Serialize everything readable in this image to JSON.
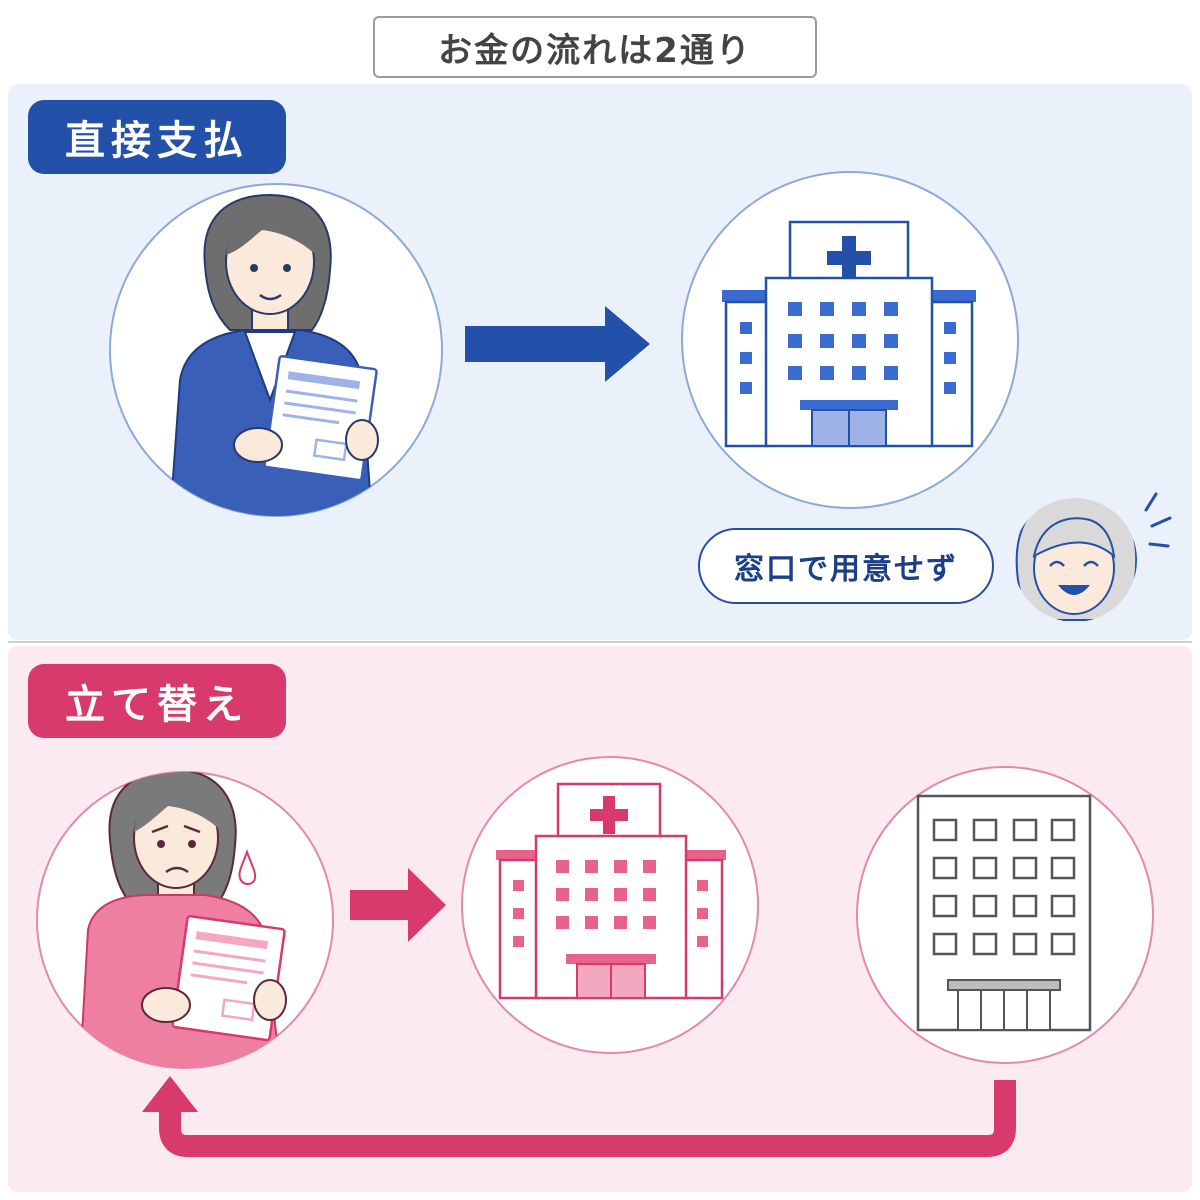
{
  "title": "お金の流れは2通り",
  "sections": [
    {
      "label": "直接支払",
      "accent": "#2350a8",
      "speech": "窓口で用意せず"
    },
    {
      "label": "立て替え",
      "accent": "#d83a6b"
    }
  ],
  "colors": {
    "blue_panel": "#eaf1fb",
    "pink_panel": "#fbeaf0",
    "blue": "#2350a8",
    "pink": "#d83a6b",
    "gray": "#555555"
  },
  "icons": [
    "woman-with-document-icon",
    "arrow-right-icon",
    "hospital-icon",
    "happy-woman-icon",
    "worried-woman-icon",
    "office-building-icon",
    "return-arrow-icon"
  ]
}
